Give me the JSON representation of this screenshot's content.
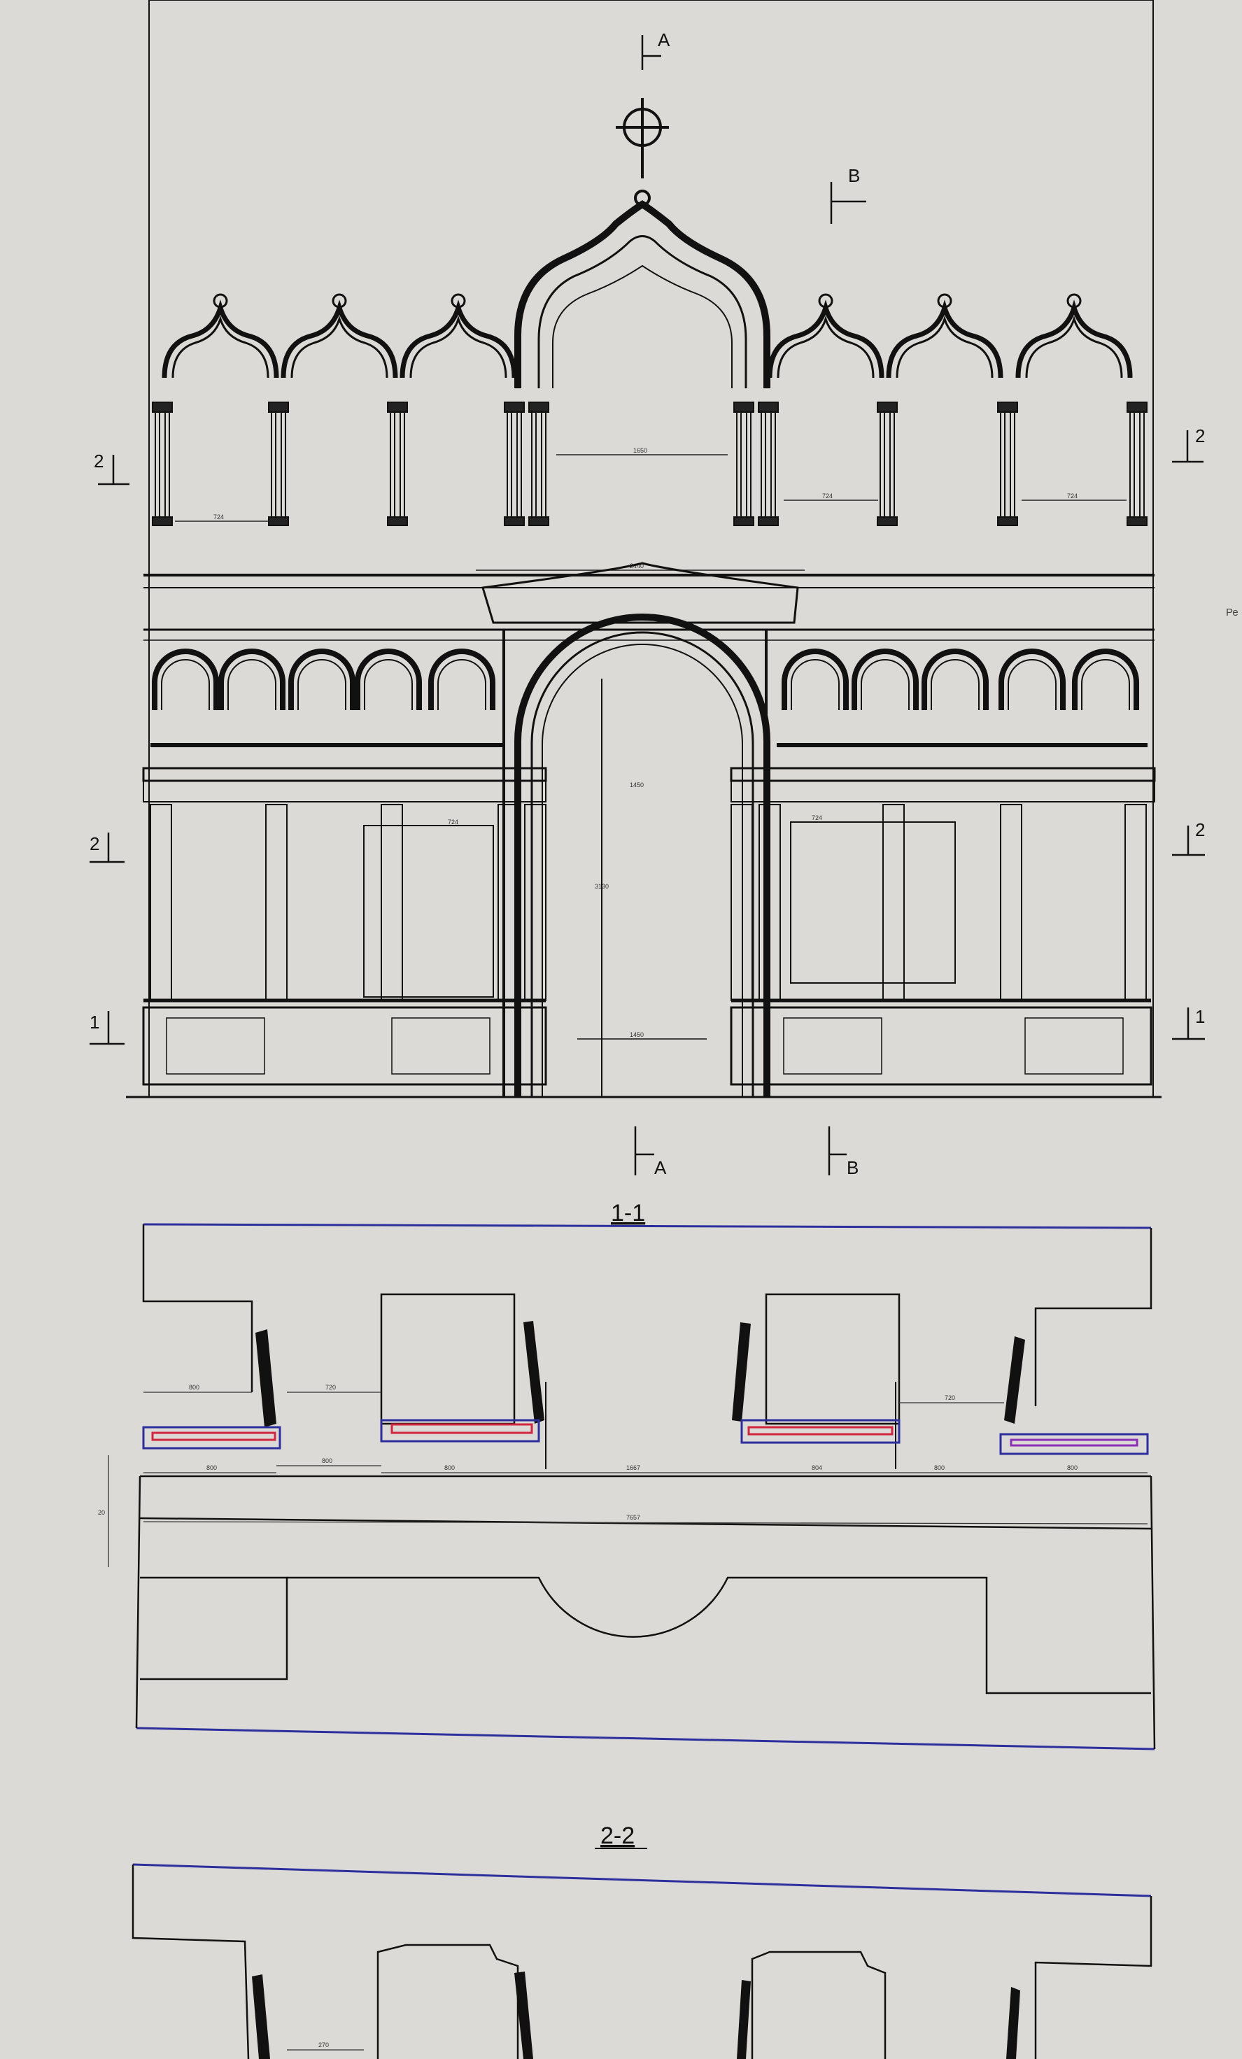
{
  "colors": {
    "paper": "#dcdad6",
    "ink": "#111111",
    "blue_outline": "#2c2f9c",
    "red_outline": "#d0263f",
    "purple_outline": "#8b2fb5"
  },
  "elevation": {
    "section_marks": {
      "a_top": "A",
      "b_top": "B",
      "a_bottom": "A",
      "b_bottom": "B",
      "left_2_upper": "2",
      "left_2_lower": "2",
      "left_1": "1",
      "right_2_upper": "2",
      "right_2_lower": "2",
      "right_1": "1"
    },
    "dimensions": {
      "upper_left_1": "724",
      "center_tier": "1650",
      "upper_right_1": "724",
      "upper_right_2": "724",
      "tier_band": "2440",
      "doors_width": "1450",
      "doors_height": "3130",
      "left_panel": "724",
      "right_panel": "724",
      "base_width": "1450"
    },
    "side_text": "Ре"
  },
  "plan_1_1": {
    "title": "1-1",
    "dimensions": {
      "d1": "800",
      "d2": "720",
      "d3": "800",
      "d4": "800",
      "d5": "800",
      "d6": "1667",
      "d7": "804",
      "d8": "800",
      "d9": "720",
      "d10": "800",
      "d11": "7657",
      "d12": "20"
    }
  },
  "plan_2_2": {
    "title": "2-2",
    "dimensions": {
      "d1": "270"
    }
  }
}
